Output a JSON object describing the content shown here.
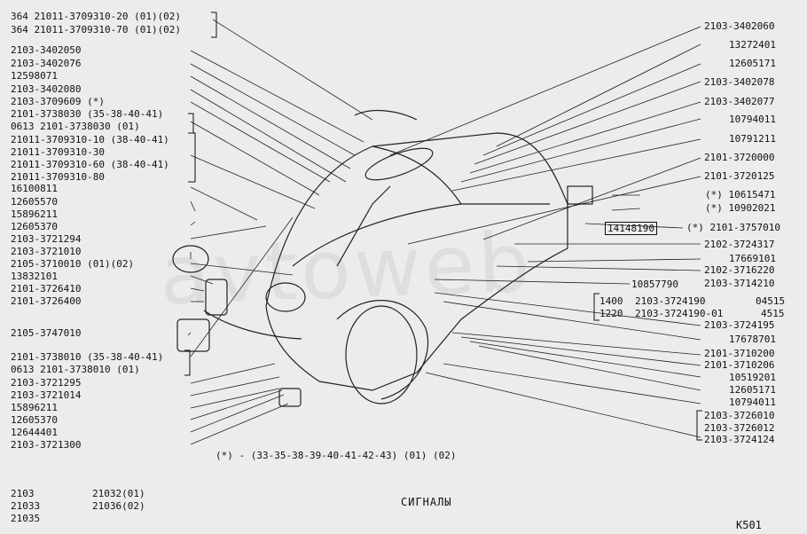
{
  "watermark": "avtoweb",
  "left_labels": [
    "364 21011-3709310-20 (01)(02)",
    "364 21011-3709310-70 (01)(02)",
    "2103-3402050",
    "2103-3402076",
    "12598071",
    "2103-3402080",
    "2103-3709609 (*)",
    "2101-3738030 (35-38-40-41)",
    "0613 2101-3738030 (01)",
    "21011-3709310-10 (38-40-41)",
    "21011-3709310-30",
    "21011-3709310-60 (38-40-41)",
    "21011-3709310-80",
    "16100811",
    "12605570",
    "15896211",
    "12605370",
    "2103-3721294",
    "2103-3721010",
    "2105-3710010 (01)(02)",
    "13832101",
    "2101-3726410",
    "2101-3726400",
    "2105-3747010",
    "2101-3738010 (35-38-40-41)",
    "0613 2101-3738010 (01)",
    "2103-3721295",
    "2103-3721014",
    "15896211",
    "12605370",
    "12644401",
    "2103-3721300"
  ],
  "right_labels": [
    "2103-3402060",
    "13272401",
    "12605171",
    "2103-3402078",
    "2103-3402077",
    "10794011",
    "10791211",
    "2101-3720000",
    "2101-3720125",
    "(*) 10615471",
    "(*) 10902021",
    "(*) 2101-3757010",
    "2102-3724317",
    "17669101",
    "2102-3716220",
    "2103-3714210",
    "2103-3724195",
    "17678701",
    "2101-3710200",
    "2101-3710206",
    "10519201",
    "12605171",
    "10794011",
    "2103-3726010",
    "2103-3726012",
    "2103-3724124"
  ],
  "mid_labels": {
    "l14148190": "14148190",
    "l10857790": "10857790",
    "row1_qty": "1400",
    "row1_part": "2103-3724190",
    "row1_code": "04515",
    "row2_qty": "1220",
    "row2_part": "2103-3724190-01",
    "row2_code": "4515"
  },
  "footnote": "(*) - (33-35-38-39-40-41-42-43) (01) (02)",
  "models": {
    "col1": [
      "2103",
      "21033",
      "21035"
    ],
    "col2": [
      "21032(01)",
      "21036(02)"
    ]
  },
  "caption": "СИГНАЛЫ",
  "page_code": "K501"
}
